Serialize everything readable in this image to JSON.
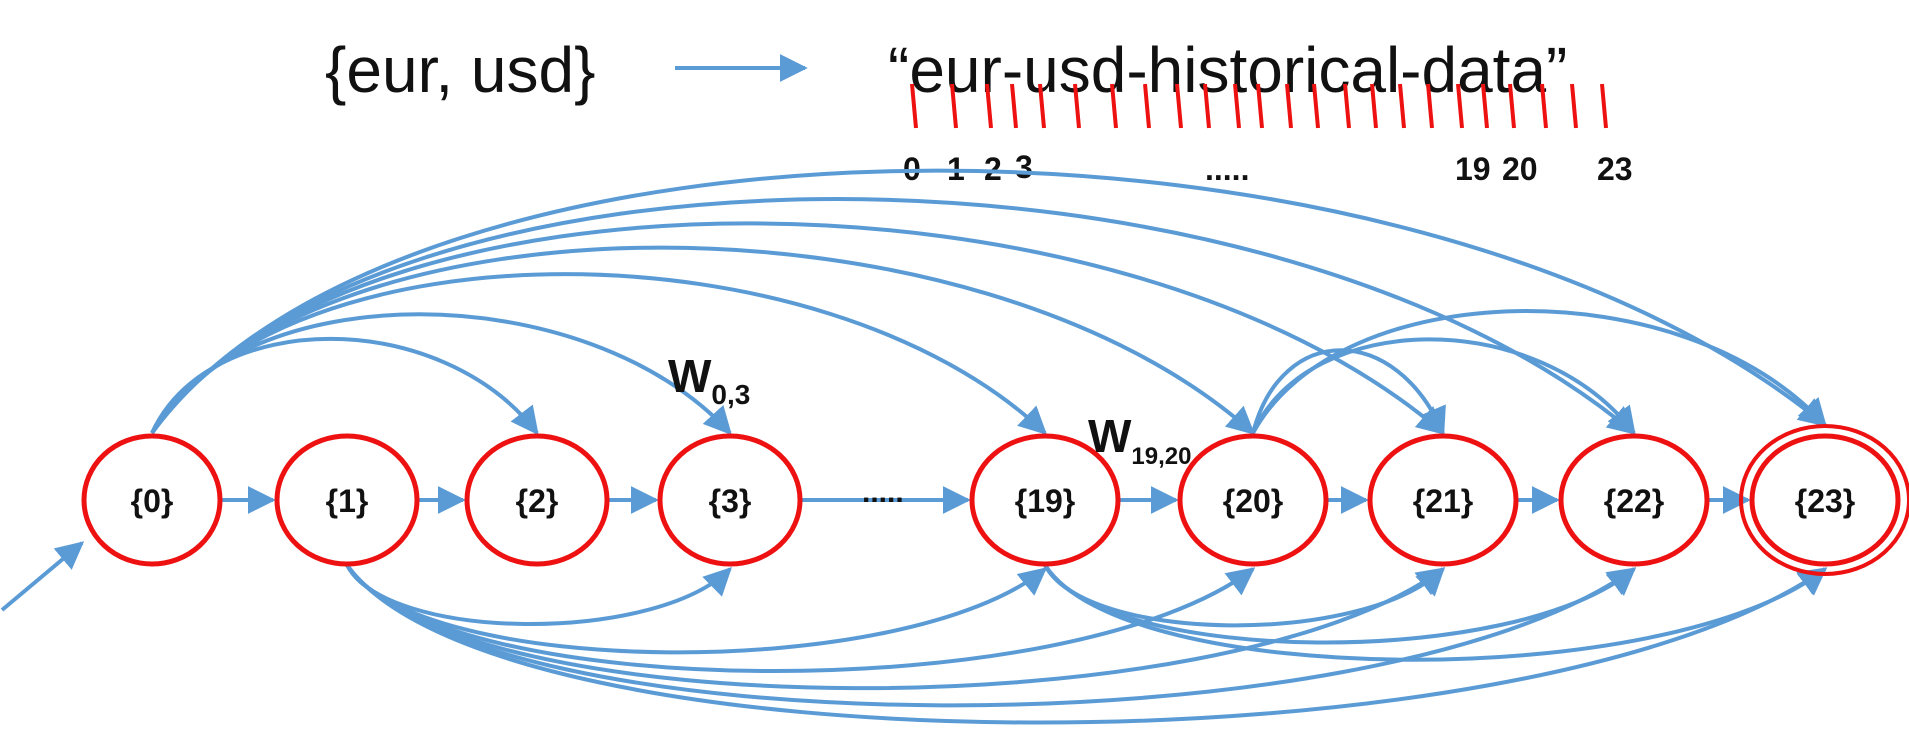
{
  "header": {
    "set_text": "{eur, usd}",
    "string_text": "“eur-usd-historical-data”"
  },
  "ticks": {
    "labels": [
      "0",
      "1",
      "2",
      "3",
      ".....",
      "19",
      "20",
      "23"
    ]
  },
  "states": [
    {
      "id": "0",
      "label": "{0}",
      "accepting": false
    },
    {
      "id": "1",
      "label": "{1}",
      "accepting": false
    },
    {
      "id": "2",
      "label": "{2}",
      "accepting": false
    },
    {
      "id": "3",
      "label": "{3}",
      "accepting": false
    },
    {
      "id": "19",
      "label": "{19}",
      "accepting": false
    },
    {
      "id": "20",
      "label": "{20}",
      "accepting": false
    },
    {
      "id": "21",
      "label": "{21}",
      "accepting": false
    },
    {
      "id": "22",
      "label": "{22}",
      "accepting": false
    },
    {
      "id": "23",
      "label": "{23}",
      "accepting": true
    }
  ],
  "ellipsis_between_states": ".....",
  "weights": {
    "w03": {
      "main": "W",
      "sub": "0,3"
    },
    "w1920": {
      "main": "W",
      "sub": "19,20"
    }
  },
  "edges": [
    [
      "0",
      "1"
    ],
    [
      "1",
      "2"
    ],
    [
      "2",
      "3"
    ],
    [
      "3",
      "19"
    ],
    [
      "19",
      "20"
    ],
    [
      "20",
      "21"
    ],
    [
      "21",
      "22"
    ],
    [
      "22",
      "23"
    ],
    [
      "0",
      "2"
    ],
    [
      "0",
      "3"
    ],
    [
      "0",
      "19"
    ],
    [
      "0",
      "20"
    ],
    [
      "0",
      "21"
    ],
    [
      "0",
      "22"
    ],
    [
      "0",
      "23"
    ],
    [
      "20",
      "21"
    ],
    [
      "20",
      "22"
    ],
    [
      "20",
      "23"
    ],
    [
      "1",
      "3"
    ],
    [
      "1",
      "19"
    ],
    [
      "1",
      "20"
    ],
    [
      "1",
      "21"
    ],
    [
      "1",
      "22"
    ],
    [
      "1",
      "23"
    ],
    [
      "19",
      "21"
    ],
    [
      "19",
      "22"
    ],
    [
      "19",
      "23"
    ]
  ],
  "colors": {
    "state_stroke": "#ee1111",
    "edge": "#5b9bd5",
    "tick": "#ee1111",
    "text": "#111111"
  }
}
